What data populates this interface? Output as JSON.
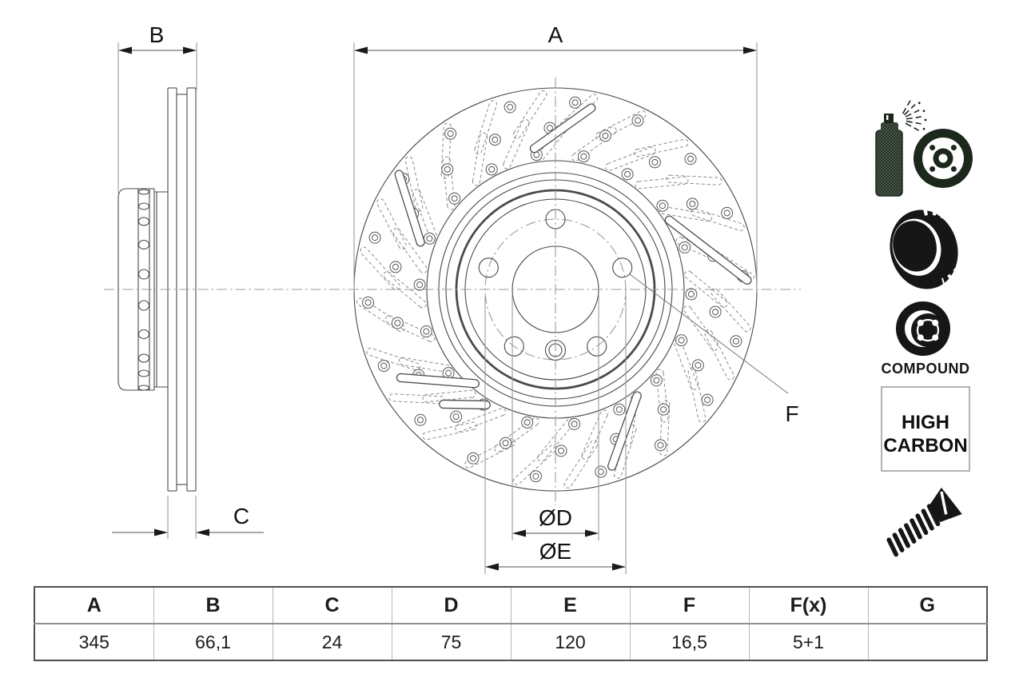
{
  "drawing": {
    "dim_a_label": "A",
    "dim_b_label": "B",
    "dim_c_label": "C",
    "dim_d_label": "ØD",
    "dim_e_label": "ØE",
    "dim_f_label": "F"
  },
  "icons": {
    "spray_coating": "coated-disc-spray",
    "vented_disc": "vented-brake-disc",
    "compound_disc": "compound-brake-disc",
    "compound_label": "COMPOUND",
    "high_carbon_line1": "HIGH",
    "high_carbon_line2": "CARBON",
    "screw": "countersunk-screw"
  },
  "table": {
    "headers": [
      "A",
      "B",
      "C",
      "D",
      "E",
      "F",
      "F(x)",
      "G"
    ],
    "values": [
      "345",
      "66,1",
      "24",
      "75",
      "120",
      "16,5",
      "5+1",
      ""
    ]
  },
  "colors": {
    "line": "#4a4a4a",
    "dimension": "#8c8c8c",
    "icon_dark": "#1d281d",
    "icon_black": "#161616"
  }
}
